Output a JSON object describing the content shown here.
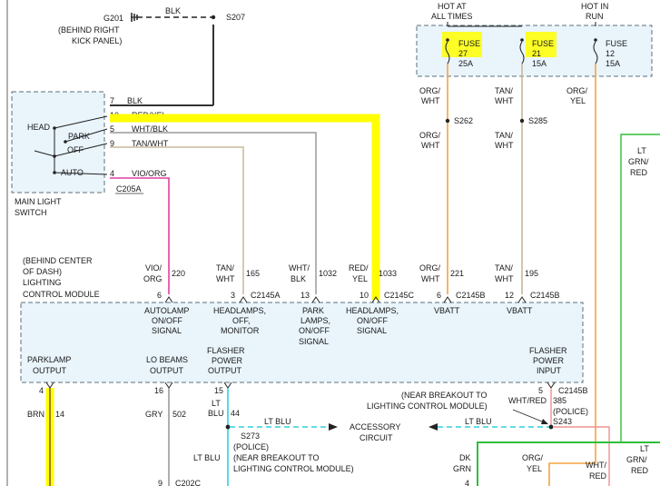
{
  "ground": {
    "g201": "G201",
    "wire_blk": "BLK",
    "s207": "S207",
    "location_1": "(BEHIND RIGHT",
    "location_2": "KICK PANEL)"
  },
  "main_switch": {
    "label_1": "MAIN LIGHT",
    "label_2": "SWITCH",
    "pos_head": "HEAD",
    "pos_park": "PARK",
    "pos_off": "OFF",
    "pos_auto": "AUTO",
    "connector": "C205A",
    "pins": [
      {
        "pin": "7",
        "color": "BLK"
      },
      {
        "pin": "10",
        "color": "RED/YEL"
      },
      {
        "pin": "5",
        "color": "WHT/BLK"
      },
      {
        "pin": "9",
        "color": "TAN/WHT"
      },
      {
        "pin": "4",
        "color": "VIO/ORG"
      }
    ]
  },
  "fuse_panel": {
    "hot_at_1": "HOT AT",
    "hot_at_2": "ALL TIMES",
    "hot_run_1": "HOT IN",
    "hot_run_2": "RUN",
    "fuses": [
      {
        "name": "FUSE",
        "number": "27",
        "rating": "25A"
      },
      {
        "name": "FUSE",
        "number": "21",
        "rating": "15A"
      },
      {
        "name": "FUSE",
        "number": "12",
        "rating": "15A"
      }
    ]
  },
  "splices": {
    "s262": "S262",
    "s285": "S285",
    "s243": "S243",
    "s273": "S273"
  },
  "wire_labels": {
    "org_wht_a1": "ORG/",
    "org_wht_a2": "WHT",
    "org_wht_b1": "ORG/",
    "org_wht_b2": "WHT",
    "tan_wht_a1": "TAN/",
    "tan_wht_a2": "WHT",
    "tan_wht_b1": "TAN/",
    "tan_wht_b2": "WHT",
    "org_yel_1": "ORG/",
    "org_yel_2": "YEL",
    "lt_grn_red_1": "LT",
    "lt_grn_red_2": "GRN/",
    "lt_grn_red_3": "RED"
  },
  "module": {
    "location_1": "(BEHIND CENTER",
    "location_2": "OF DASH)",
    "name_1": "LIGHTING",
    "name_2": "CONTROL MODULE",
    "top_wires": [
      {
        "c1": "VIO/",
        "c2": "ORG",
        "circuit": "220",
        "pin": "6"
      },
      {
        "c1": "TAN/",
        "c2": "WHT",
        "circuit": "165",
        "pin": "3"
      },
      {
        "c1": "WHT/",
        "c2": "BLK",
        "circuit": "1032",
        "pin": "13"
      },
      {
        "c1": "RED/",
        "c2": "YEL",
        "circuit": "1033",
        "pin": "10"
      },
      {
        "c1": "ORG/",
        "c2": "WHT",
        "circuit": "221",
        "pin": "6"
      },
      {
        "c1": "TAN/",
        "c2": "WHT",
        "circuit": "195",
        "pin": "12"
      }
    ],
    "connectors": [
      "C2145A",
      "C2145C",
      "C2145B",
      "C2145B",
      "C2145B"
    ],
    "signals_top": [
      [
        "AUTOLAMP",
        "ON/OFF",
        "SIGNAL"
      ],
      [
        "HEADLAMPS,",
        "OFF,",
        "MONITOR"
      ],
      [
        "PARK",
        "LAMPS,",
        "ON/OFF",
        "SIGNAL"
      ],
      [
        "HEADLAMPS,",
        "ON/OFF",
        "SIGNAL"
      ],
      [
        "VBATT"
      ],
      [
        "VBATT"
      ]
    ],
    "signals_bottom": [
      [
        "PARKLAMP",
        "OUTPUT"
      ],
      [
        "LO BEAMS",
        "OUTPUT"
      ],
      [
        "FLASHER",
        "POWER",
        "OUTPUT"
      ],
      [
        "FLASHER",
        "POWER",
        "INPUT"
      ]
    ],
    "bottom_pins": [
      "4",
      "16",
      "15",
      "5"
    ]
  },
  "lower": {
    "brn": "BRN",
    "brn_circuit": "14",
    "gry": "GRY",
    "gry_circuit": "502",
    "lt_blu_1": "LT",
    "lt_blu_2": "BLU",
    "lt_blu_circuit": "44",
    "lt_blu_left": "LT BLU",
    "lt_blu_right": "LT BLU",
    "lt_blu_down": "LT BLU",
    "accessory_1": "ACCESSORY",
    "accessory_2": "CIRCUIT",
    "near_1": "(NEAR BREAKOUT TO",
    "near_2": "LIGHTING CONTROL MODULE)",
    "wht_red": "WHT/RED",
    "circuit_385": "385",
    "police": "(POLICE)",
    "s273_police": "(POLICE)",
    "s273_near_1": "(NEAR BREAKOUT TO",
    "s273_near_2": "LIGHTING CONTROL MODULE)",
    "dk_grn_1": "DK",
    "dk_grn_2": "GRN",
    "org_yel_1": "ORG/",
    "org_yel_2": "YEL",
    "wht_red_1": "WHT/",
    "wht_red_2": "RED",
    "lt_grn_red_1": "LT",
    "lt_grn_red_2": "GRN/",
    "lt_grn_red_3": "RED",
    "pin_9": "9",
    "c202c": "C202C",
    "pin_4": "4"
  }
}
